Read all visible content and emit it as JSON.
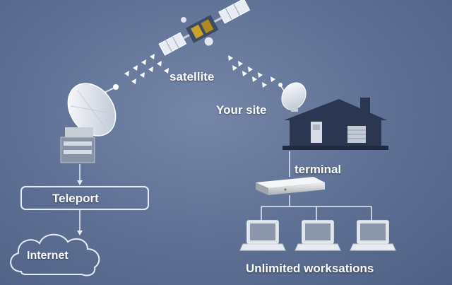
{
  "labels": {
    "satellite": "satellite",
    "your_site": "Your site",
    "terminal": "terminal",
    "teleport": "Teleport",
    "internet": "Internet",
    "workstations": "Unlimited worksations"
  },
  "colors": {
    "background": "#5d6f93",
    "house": "#2b3750",
    "line": "#e6ecf5",
    "signal": "#ffffff"
  },
  "icons": {
    "satellite": "satellite-icon",
    "teleport_dish": "dish-antenna-icon",
    "site_dish": "dish-antenna-icon",
    "house": "house-icon",
    "terminal": "modem-icon",
    "cloud": "cloud-icon",
    "workstation": "laptop-icon"
  }
}
